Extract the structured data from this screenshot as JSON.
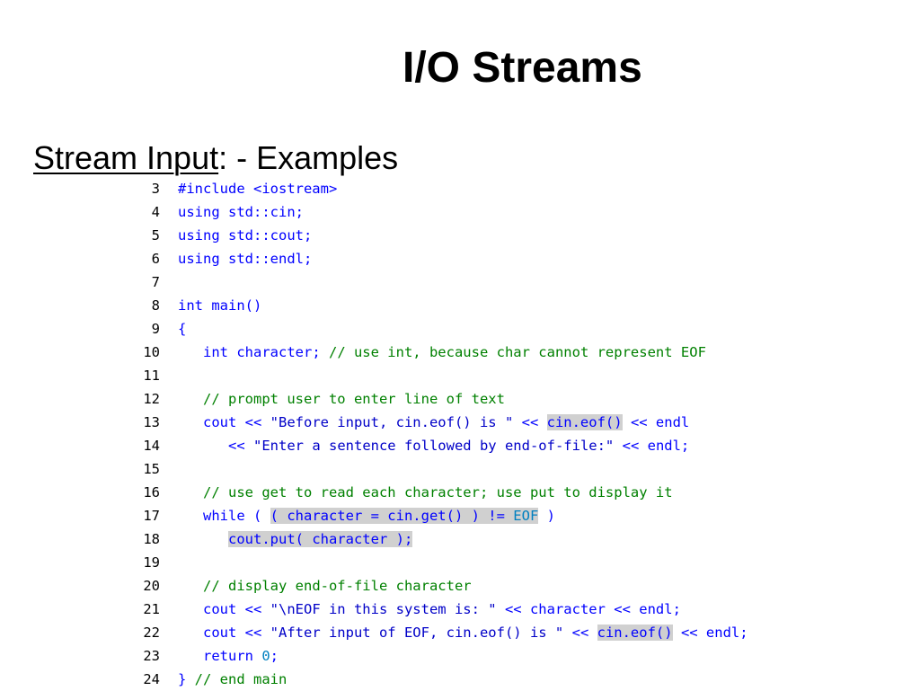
{
  "slide": {
    "title": "I/O Streams",
    "subtitle_underlined": "Stream Input",
    "subtitle_rest": ": - Examples"
  },
  "code": {
    "lines": [
      {
        "num": "3",
        "indent": "",
        "parts": [
          {
            "t": "#include <iostream>",
            "c": "kw"
          }
        ]
      },
      {
        "num": "4",
        "indent": "",
        "parts": [
          {
            "t": "using std::cin;",
            "c": "kw"
          }
        ]
      },
      {
        "num": "5",
        "indent": "",
        "parts": [
          {
            "t": "using std::cout;",
            "c": "kw"
          }
        ]
      },
      {
        "num": "6",
        "indent": "",
        "parts": [
          {
            "t": "using std::endl;",
            "c": "kw"
          }
        ]
      },
      {
        "num": "7",
        "indent": "",
        "parts": []
      },
      {
        "num": "8",
        "indent": "",
        "parts": [
          {
            "t": "int main()",
            "c": "kw"
          }
        ]
      },
      {
        "num": "9",
        "indent": "",
        "parts": [
          {
            "t": "{",
            "c": "kw"
          }
        ]
      },
      {
        "num": "10",
        "indent": "   ",
        "parts": [
          {
            "t": "int character; ",
            "c": "kw"
          },
          {
            "t": "// use int, because char cannot represent EOF",
            "c": "cm"
          }
        ]
      },
      {
        "num": "11",
        "indent": "",
        "parts": []
      },
      {
        "num": "12",
        "indent": "   ",
        "parts": [
          {
            "t": "// prompt user to enter line of text",
            "c": "cm"
          }
        ]
      },
      {
        "num": "13",
        "indent": "   ",
        "parts": [
          {
            "t": "cout << ",
            "c": "kw"
          },
          {
            "t": "\"Before input, cin.eof() is \"",
            "c": "str"
          },
          {
            "t": " << ",
            "c": "kw"
          },
          {
            "t": "cin.eof()",
            "c": "kw",
            "hl": true
          },
          {
            "t": " << endl",
            "c": "kw"
          }
        ]
      },
      {
        "num": "14",
        "indent": "      ",
        "parts": [
          {
            "t": "<< ",
            "c": "kw"
          },
          {
            "t": "\"Enter a sentence followed by end-of-file:\"",
            "c": "str"
          },
          {
            "t": " << endl;",
            "c": "kw"
          }
        ]
      },
      {
        "num": "15",
        "indent": "",
        "parts": []
      },
      {
        "num": "16",
        "indent": "   ",
        "parts": [
          {
            "t": "// use get to read each character; use put to display it",
            "c": "cm"
          }
        ]
      },
      {
        "num": "17",
        "indent": "   ",
        "parts": [
          {
            "t": "while ( ",
            "c": "kw"
          },
          {
            "t": "( character = cin.get() ) != ",
            "c": "kw",
            "hl": true
          },
          {
            "t": "EOF",
            "c": "num",
            "hl": true
          },
          {
            "t": " )",
            "c": "kw"
          }
        ]
      },
      {
        "num": "18",
        "indent": "      ",
        "parts": [
          {
            "t": "cout.put( character );",
            "c": "kw",
            "hl": true
          }
        ]
      },
      {
        "num": "19",
        "indent": "",
        "parts": []
      },
      {
        "num": "20",
        "indent": "   ",
        "parts": [
          {
            "t": "// display end-of-file character",
            "c": "cm"
          }
        ]
      },
      {
        "num": "21",
        "indent": "   ",
        "parts": [
          {
            "t": "cout << ",
            "c": "kw"
          },
          {
            "t": "\"\\nEOF in this system is: \"",
            "c": "str"
          },
          {
            "t": " << character << endl;",
            "c": "kw"
          }
        ]
      },
      {
        "num": "22",
        "indent": "   ",
        "parts": [
          {
            "t": "cout << ",
            "c": "kw"
          },
          {
            "t": "\"After input of EOF, cin.eof() is \"",
            "c": "str"
          },
          {
            "t": " << ",
            "c": "kw"
          },
          {
            "t": "cin.eof()",
            "c": "kw",
            "hl": true
          },
          {
            "t": " << endl;",
            "c": "kw"
          }
        ]
      },
      {
        "num": "23",
        "indent": "   ",
        "parts": [
          {
            "t": "return ",
            "c": "kw"
          },
          {
            "t": "0",
            "c": "num"
          },
          {
            "t": ";",
            "c": "kw"
          }
        ]
      },
      {
        "num": "24",
        "indent": "",
        "parts": [
          {
            "t": "} ",
            "c": "kw"
          },
          {
            "t": "// end main",
            "c": "cm"
          }
        ]
      }
    ]
  },
  "colors": {
    "keyword": "#0000ff",
    "string": "#0000c8",
    "comment": "#008000",
    "number": "#0080c0",
    "highlight": "#d0d0d0"
  }
}
